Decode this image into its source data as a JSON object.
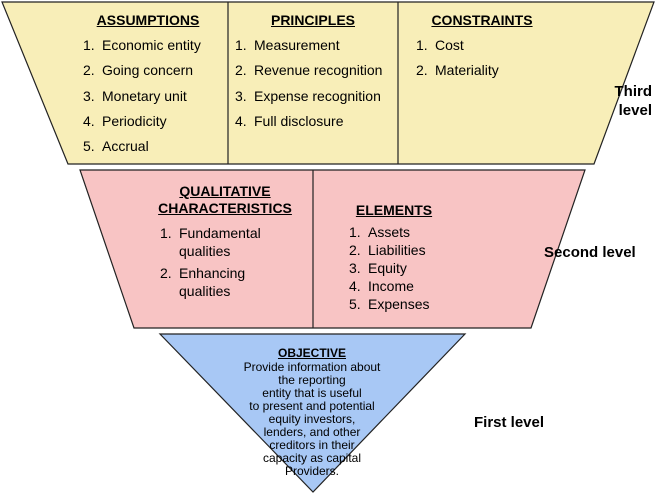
{
  "colors": {
    "third_level_fill": "#f8eeb8",
    "second_level_fill": "#f8c4c4",
    "first_level_fill": "#a8c8f5",
    "stroke": "#222222"
  },
  "third_level": {
    "label": "Third level",
    "assumptions": {
      "heading": "ASSUMPTIONS",
      "items": [
        "1.",
        "Economic entity",
        "2.",
        "Going concern",
        "3.",
        "Monetary unit",
        "4.",
        "Periodicity",
        "5.",
        "Accrual"
      ]
    },
    "principles": {
      "heading": "PRINCIPLES",
      "items": [
        "1.",
        "Measurement",
        "2.",
        "Revenue recognition",
        "3.",
        "Expense recognition",
        "4.",
        "Full disclosure"
      ]
    },
    "constraints": {
      "heading": "CONSTRAINTS",
      "items": [
        "1.",
        "Cost",
        "2.",
        "Materiality"
      ]
    }
  },
  "second_level": {
    "label": "Second level",
    "qualitative": {
      "heading_line1": "QUALITATIVE",
      "heading_line2": "CHARACTERISTICS",
      "items": [
        {
          "num": "1.",
          "line1": "Fundamental",
          "line2": "qualities"
        },
        {
          "num": "2.",
          "line1": "Enhancing",
          "line2": "qualities"
        }
      ]
    },
    "elements": {
      "heading": "ELEMENTS",
      "items": [
        "1.",
        "Assets",
        "2.",
        "Liabilities",
        "3.",
        "Equity",
        "4.",
        "Income",
        "5.",
        "Expenses"
      ]
    }
  },
  "first_level": {
    "label": "First level",
    "objective": {
      "heading": "OBJECTIVE",
      "lines": [
        "Provide information about",
        "the reporting",
        "entity that is useful",
        "to present and potential",
        "equity investors,",
        "lenders, and other",
        "creditors in their",
        "capacity as capital",
        "Providers."
      ]
    }
  }
}
